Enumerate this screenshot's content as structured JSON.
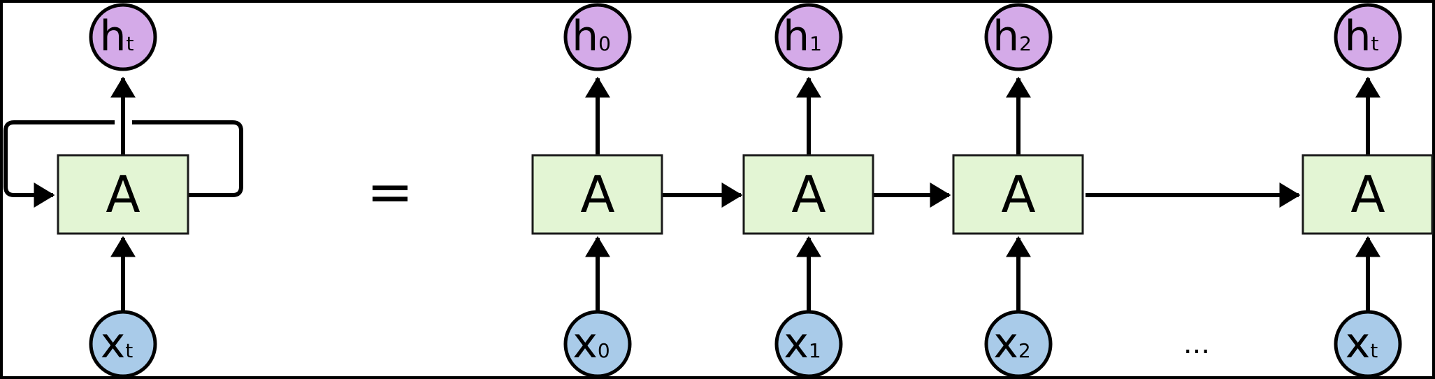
{
  "colors": {
    "cell_fill": "#e3f5d4",
    "output_fill": "#d4aae8",
    "input_fill": "#a9cbe9",
    "stroke": "#000000",
    "background": "#ffffff"
  },
  "folded": {
    "cell_label": "A",
    "output": {
      "main": "h",
      "sub": "t"
    },
    "input": {
      "main": "x",
      "sub": "t"
    }
  },
  "equals_sign": "=",
  "ellipsis": "...",
  "unrolled": [
    {
      "cell_label": "A",
      "output": {
        "main": "h",
        "sub": "0"
      },
      "input": {
        "main": "x",
        "sub": "0"
      }
    },
    {
      "cell_label": "A",
      "output": {
        "main": "h",
        "sub": "1"
      },
      "input": {
        "main": "x",
        "sub": "1"
      }
    },
    {
      "cell_label": "A",
      "output": {
        "main": "h",
        "sub": "2"
      },
      "input": {
        "main": "x",
        "sub": "2"
      }
    },
    {
      "cell_label": "A",
      "output": {
        "main": "h",
        "sub": "t"
      },
      "input": {
        "main": "x",
        "sub": "t"
      }
    }
  ]
}
